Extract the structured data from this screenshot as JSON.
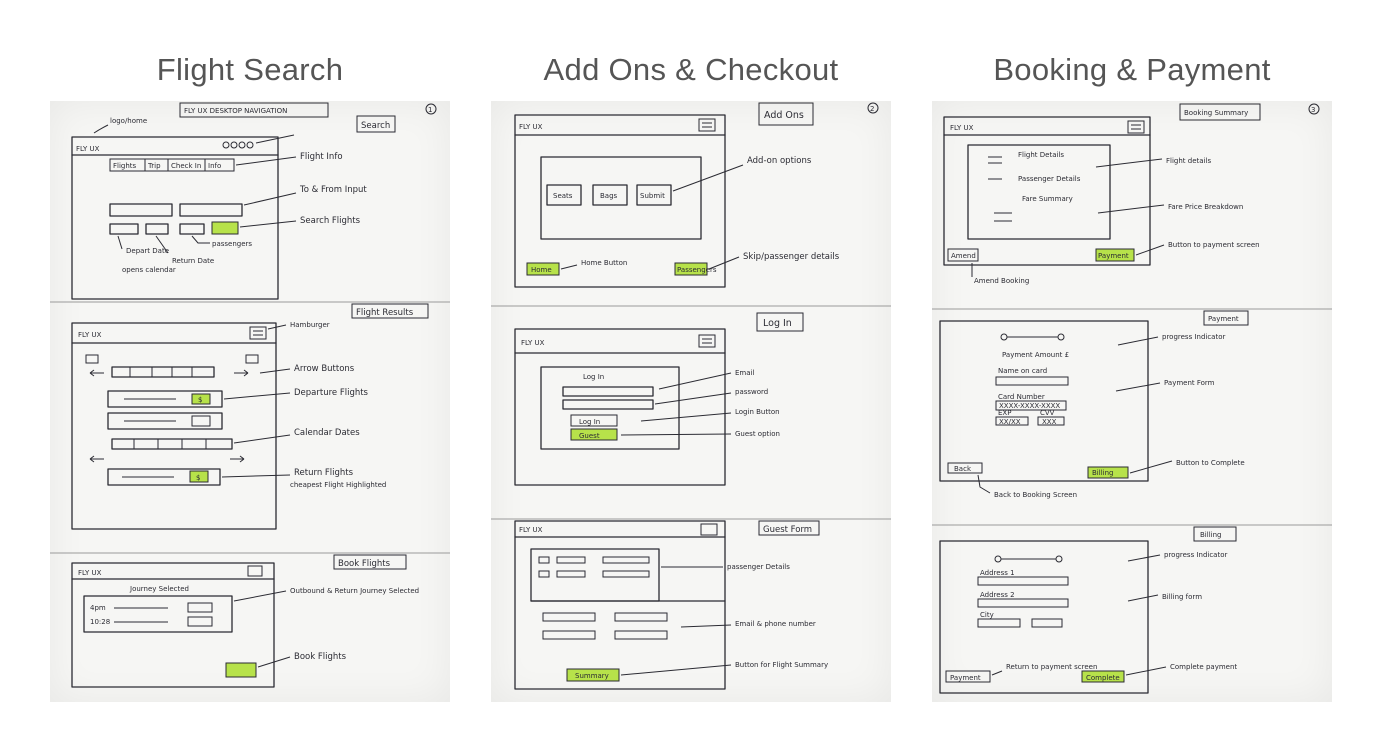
{
  "columns": [
    {
      "title": "Flight Search"
    },
    {
      "title": "Add Ons & Checkout"
    },
    {
      "title": "Booking & Payment"
    }
  ],
  "sheet1": {
    "page_num": "1",
    "header_note": "FLY UX DESKTOP NAVIGATION",
    "search": {
      "tag": "Search",
      "logo_note": "logo/home",
      "logo": "FLY UX",
      "tabs": [
        "Flights",
        "Trip",
        "Check In",
        "Info"
      ],
      "notes": [
        "Flight Info",
        "To & From Input",
        "Search Flights",
        "passengers",
        "Depart Date",
        "Return Date",
        "opens calendar"
      ]
    },
    "results": {
      "tag": "Flight Results",
      "logo": "FLY UX",
      "notes": [
        "Hamburger",
        "Arrow Buttons",
        "Departure Flights",
        "Calendar Dates",
        "Return Flights",
        "cheapest Flight Highlighted"
      ],
      "price_mark": "$"
    },
    "book": {
      "tag": "Book Flights",
      "logo": "FLY UX",
      "journey": "Journey Selected",
      "rows": [
        "4pm",
        "10:28"
      ],
      "notes": [
        "Outbound & Return Journey Selected",
        "Book Flights"
      ]
    }
  },
  "sheet2": {
    "page_num": "2",
    "addons": {
      "tag": "Add Ons",
      "logo": "FLY UX",
      "options": [
        "Seats",
        "Bags",
        "Submit"
      ],
      "home_btn": "Home",
      "passengers_btn": "Passengers",
      "notes": [
        "Add-on options",
        "Home Button",
        "Skip/passenger details"
      ]
    },
    "login": {
      "tag": "Log In",
      "logo": "FLY UX",
      "heading": "Log In",
      "login_btn": "Log In",
      "guest_btn": "Guest",
      "notes": [
        "Email",
        "password",
        "Login Button",
        "Guest option"
      ]
    },
    "guest": {
      "tag": "Guest Form",
      "logo": "FLY UX",
      "summary_btn": "Summary",
      "notes": [
        "passenger Details",
        "Email & phone number",
        "Button for Flight Summary"
      ]
    }
  },
  "sheet3": {
    "page_num": "3",
    "summary": {
      "tag": "Booking Summary",
      "logo": "FLY UX",
      "lines": [
        "Flight Details",
        "Passenger Details",
        "Fare Summary"
      ],
      "amend_btn": "Amend",
      "payment_btn": "Payment",
      "notes": [
        "Flight details",
        "Fare Price Breakdown",
        "Button to payment screen",
        "Amend Booking"
      ]
    },
    "payment": {
      "tag": "Payment",
      "amount": "Payment Amount £",
      "name_label": "Name on card",
      "card_label": "Card Number",
      "card_value": "XXXX-XXXX-XXXX",
      "exp_label": "EXP",
      "exp_value": "XX/XX",
      "cvv_label": "CVV",
      "cvv_value": "XXX",
      "back_btn": "Back",
      "billing_btn": "Billing",
      "notes": [
        "progress Indicator",
        "Payment Form",
        "Button to Complete",
        "Back to Booking Screen"
      ]
    },
    "billing": {
      "tag": "Billing",
      "address1": "Address 1",
      "address2": "Address 2",
      "city": "City",
      "payment_btn": "Payment",
      "complete_btn": "Complete",
      "notes": [
        "progress Indicator",
        "Billing form",
        "Return to payment screen",
        "Complete payment"
      ]
    }
  }
}
